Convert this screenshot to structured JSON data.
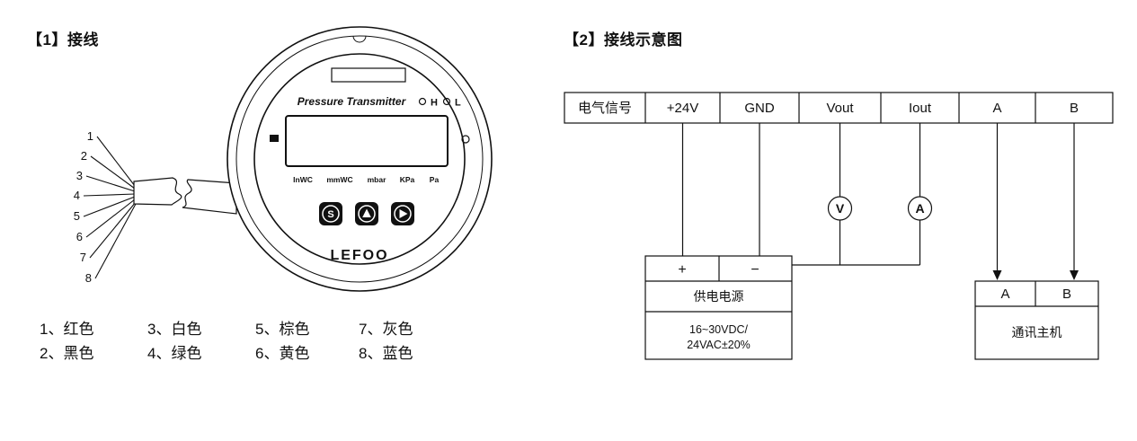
{
  "page": {
    "left_title": "【1】接线",
    "right_title": "【2】接线示意图"
  },
  "device": {
    "name": "Pressure Transmitter",
    "h_label": "H",
    "l_label": "L",
    "units": [
      "InWC",
      "mmWC",
      "mbar",
      "KPa",
      "Pa"
    ],
    "button_s": "S",
    "brand": "LEFOO"
  },
  "wires": [
    "1",
    "2",
    "3",
    "4",
    "5",
    "6",
    "7",
    "8"
  ],
  "legend": {
    "row1": [
      "1、红色",
      "3、白色",
      "5、棕色",
      "7、灰色"
    ],
    "row2": [
      "2、黑色",
      "4、绿色",
      "6、黄色",
      "8、蓝色"
    ]
  },
  "schematic": {
    "headers": [
      "电气信号",
      "+24V",
      "GND",
      "Vout",
      "Iout",
      "A",
      "B"
    ],
    "volt_meter": "V",
    "amp_meter": "A",
    "power_box": {
      "plus": "+",
      "minus": "−",
      "label": "供电电源",
      "spec1": "16~30VDC/",
      "spec2": "24VAC±20%"
    },
    "comm_box": {
      "a": "A",
      "b": "B",
      "label": "通讯主机"
    }
  },
  "colors": {
    "line": "#111111",
    "background": "#ffffff"
  }
}
